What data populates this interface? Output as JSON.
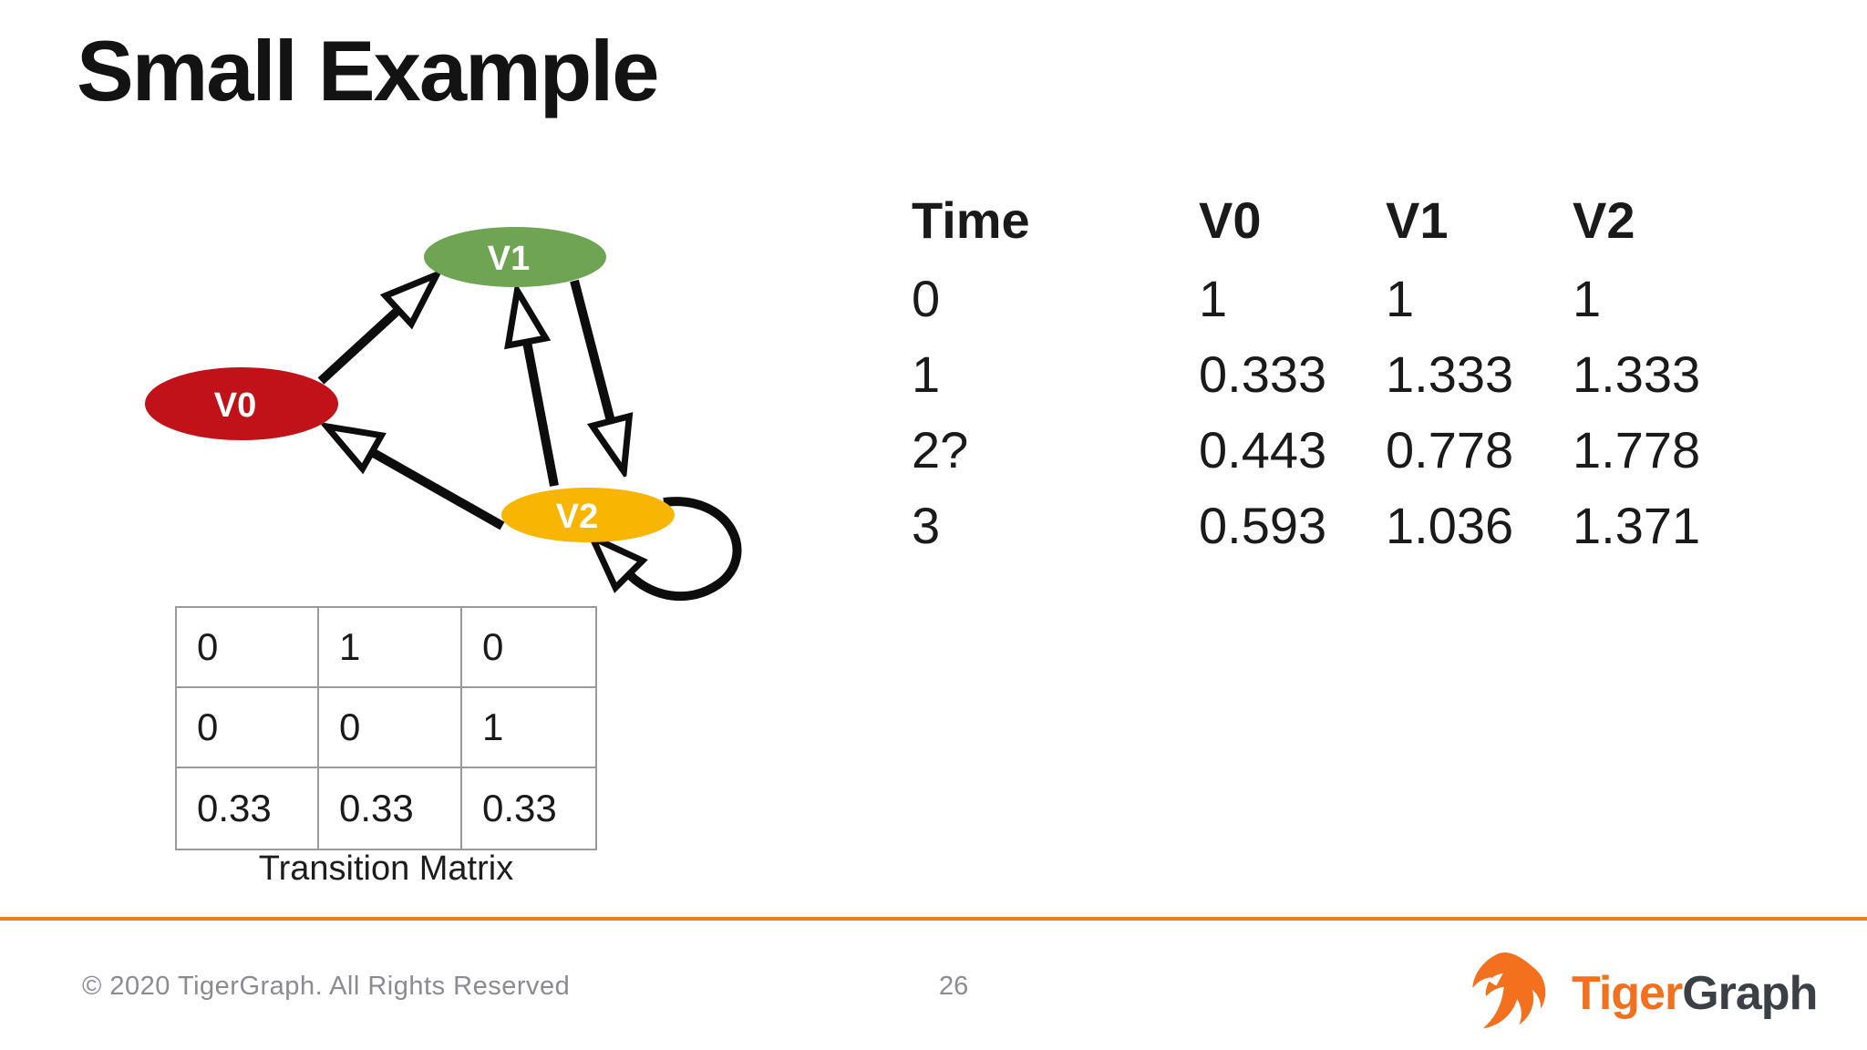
{
  "slide": {
    "title": "Small Example",
    "page_number": "26",
    "copyright": "© 2020 TigerGraph. All Rights Reserved",
    "accent_color": "#E87E22"
  },
  "graph": {
    "nodes": [
      {
        "id": "V0",
        "label": "V0",
        "color": "#C1121A"
      },
      {
        "id": "V1",
        "label": "V1",
        "color": "#6FA552"
      },
      {
        "id": "V2",
        "label": "V2",
        "color": "#F8B602"
      }
    ],
    "edges": [
      "V0→V1",
      "V2→V1",
      "V1→V2",
      "V2→V0",
      "V2→V2 self-loop"
    ]
  },
  "transition_matrix": {
    "caption": "Transition Matrix",
    "rows": [
      [
        "0",
        "1",
        "0"
      ],
      [
        "0",
        "0",
        "1"
      ],
      [
        "0.33",
        "0.33",
        "0.33"
      ]
    ]
  },
  "score_table": {
    "headers": [
      "Time",
      "V0",
      "V1",
      "V2"
    ],
    "rows": [
      [
        "0",
        "1",
        "1",
        "1"
      ],
      [
        "1",
        "0.333",
        "1.333",
        "1.333"
      ],
      [
        "2?",
        "0.443",
        "0.778",
        "1.778"
      ],
      [
        "3",
        "0.593",
        "1.036",
        "1.371"
      ]
    ]
  },
  "logo": {
    "brand_primary": "Tiger",
    "brand_secondary": "Graph",
    "primary_color": "#F3701F",
    "secondary_color": "#3A4045"
  }
}
